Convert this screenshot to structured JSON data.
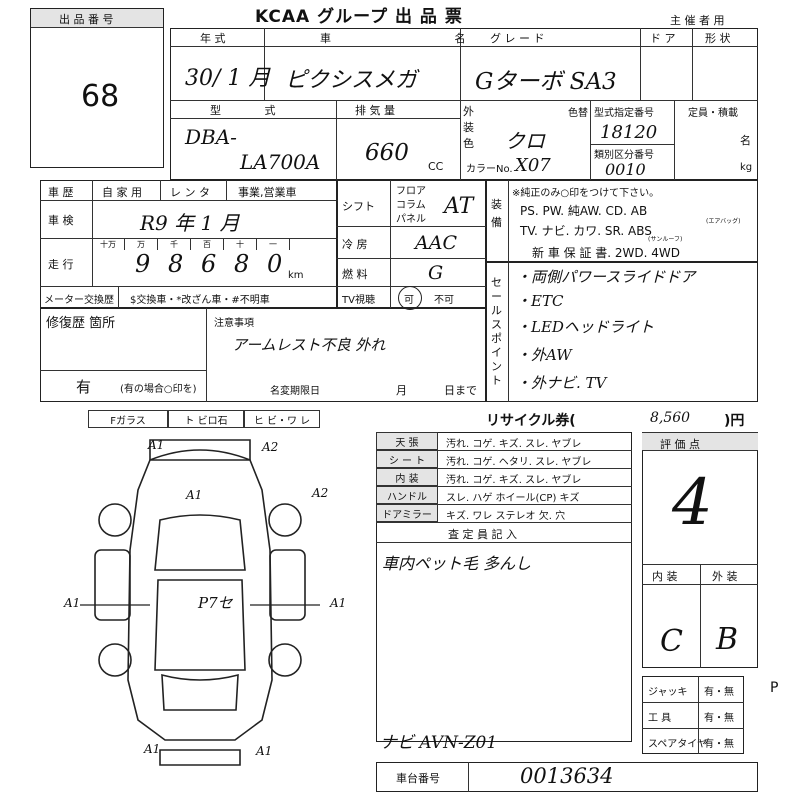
{
  "lot": {
    "label": "出 品 番 号",
    "number": "68"
  },
  "header": {
    "title": "KCAA グループ 出 品 票",
    "organizer": "主 催 者 用"
  },
  "row1": {
    "year_label": "年 式",
    "year_value": "30/ 1 月",
    "name_label": "車 名",
    "name_value": "ピクシスメガ",
    "grade_label": "グ レ ー ド",
    "grade_value": "Gターボ SA3",
    "door_label": "ド ア",
    "shape_label": "形 状"
  },
  "row2": {
    "model_label": "型 式",
    "model_value_1": "DBA-",
    "model_value_2": "LA700A",
    "displacement_label": "排 気 量",
    "displacement_value": "660",
    "cc": "CC",
    "exterior_label": "外装色",
    "color_label": "色替",
    "color_value": "クロ",
    "colorno_label": "カラーNo.",
    "colorno_value": "X07",
    "type_no_label": "型式指定番号",
    "type_no_value": "18120",
    "class_no_label": "類別区分番号",
    "class_no_value": "0010",
    "capacity_label": "定員・積載",
    "capacity_unit1": "名",
    "capacity_unit2": "kg"
  },
  "history": {
    "label": "車 歴",
    "opt1": "自 家 用",
    "opt2": "レ ン タ",
    "opt3": "事業,営業車",
    "inspection_label": "車 検",
    "inspection_value": "R9 年 1 月",
    "mileage_label": "走 行",
    "mileage_units": [
      "十万",
      "万",
      "千",
      "百",
      "十",
      "一"
    ],
    "mileage_digits": [
      "",
      "9",
      "8",
      "6",
      "8",
      "0"
    ],
    "km": "km",
    "meter_label": "メーター交換歴",
    "meter_opts": "$交換車・*改ざん車・#不明車"
  },
  "drivetrain": {
    "shift_label": "シフト",
    "shift_options": [
      "フロア",
      "コラム",
      "パネル"
    ],
    "shift_value": "AT",
    "ac_label": "冷 房",
    "ac_value": "AAC",
    "fuel_label": "燃 料",
    "fuel_value": "G",
    "tv_label": "TV視聴",
    "tv_yes": "可",
    "tv_no": "不可"
  },
  "equipment": {
    "label": "装備",
    "note": "※純正のみ○印をつけて下さい。",
    "line1": "PS. PW. 純AW. CD. AB",
    "line1_sub": "(エアバッグ)",
    "line2": "TV. ナビ. カワ. SR. ABS",
    "line2_sub": "(サンルーフ)",
    "line3": "新 車 保 証 書. 2WD. 4WD"
  },
  "selling_points": {
    "label": "セールスポイント",
    "items": [
      "・両側パワースライドドア",
      "・ETC",
      "・LEDヘッドライト",
      "・外AW",
      "・外ナビ. TV"
    ]
  },
  "repair": {
    "label": "修復歴 箇所",
    "value": "有",
    "note": "(有の場合○印を)",
    "notes_label": "注意事項",
    "notes_value": "アームレスト不良 外れ",
    "deadline_label": "名変期限日",
    "month": "月",
    "day": "日まで"
  },
  "glass": {
    "items": [
      "Fガラス",
      "ト ビロ石",
      "ヒ ビ・ワ レ"
    ]
  },
  "recycle": {
    "label": "リサイクル券(",
    "value": "8,560",
    "unit": ")円"
  },
  "condition_table": {
    "rows": [
      {
        "label": "天 張",
        "text": "汚れ. コゲ. キズ. スレ. ヤブレ"
      },
      {
        "label": "シ ー ト",
        "text": "汚れ. コゲ. ヘタリ. スレ. ヤブレ"
      },
      {
        "label": "内 装",
        "text": "汚れ. コゲ. キズ. スレ. ヤブレ"
      },
      {
        "label": "ハンドル",
        "text": "スレ. ハゲ ホイール(CP) キズ"
      },
      {
        "label": "ドアミラー",
        "text": "キズ. ワレ ステレオ 欠. 穴"
      }
    ],
    "inspector_label": "査 定 員 記 入",
    "inspector_value": "車内ペット毛 多んし",
    "navi_value": "ナビ AVN-Z01"
  },
  "rating": {
    "label": "評 価 点",
    "score": "4",
    "interior_label": "内 装",
    "exterior_label": "外 装",
    "interior_value": "C",
    "exterior_value": "B"
  },
  "tools": {
    "rows": [
      {
        "label": "ジャッキ",
        "value": "有・無"
      },
      {
        "label": "工 具",
        "value": "有・無"
      },
      {
        "label": "スペアタイヤ",
        "value": "有・無"
      }
    ]
  },
  "chassis": {
    "label": "車台番号",
    "value": "0013634"
  },
  "diagram": {
    "center_text": "P7セ",
    "marks": [
      "A1",
      "A2",
      "A1",
      "A2",
      "A1",
      "A1",
      "A1",
      "A1"
    ]
  },
  "margin_marks": {
    "p": "P"
  }
}
